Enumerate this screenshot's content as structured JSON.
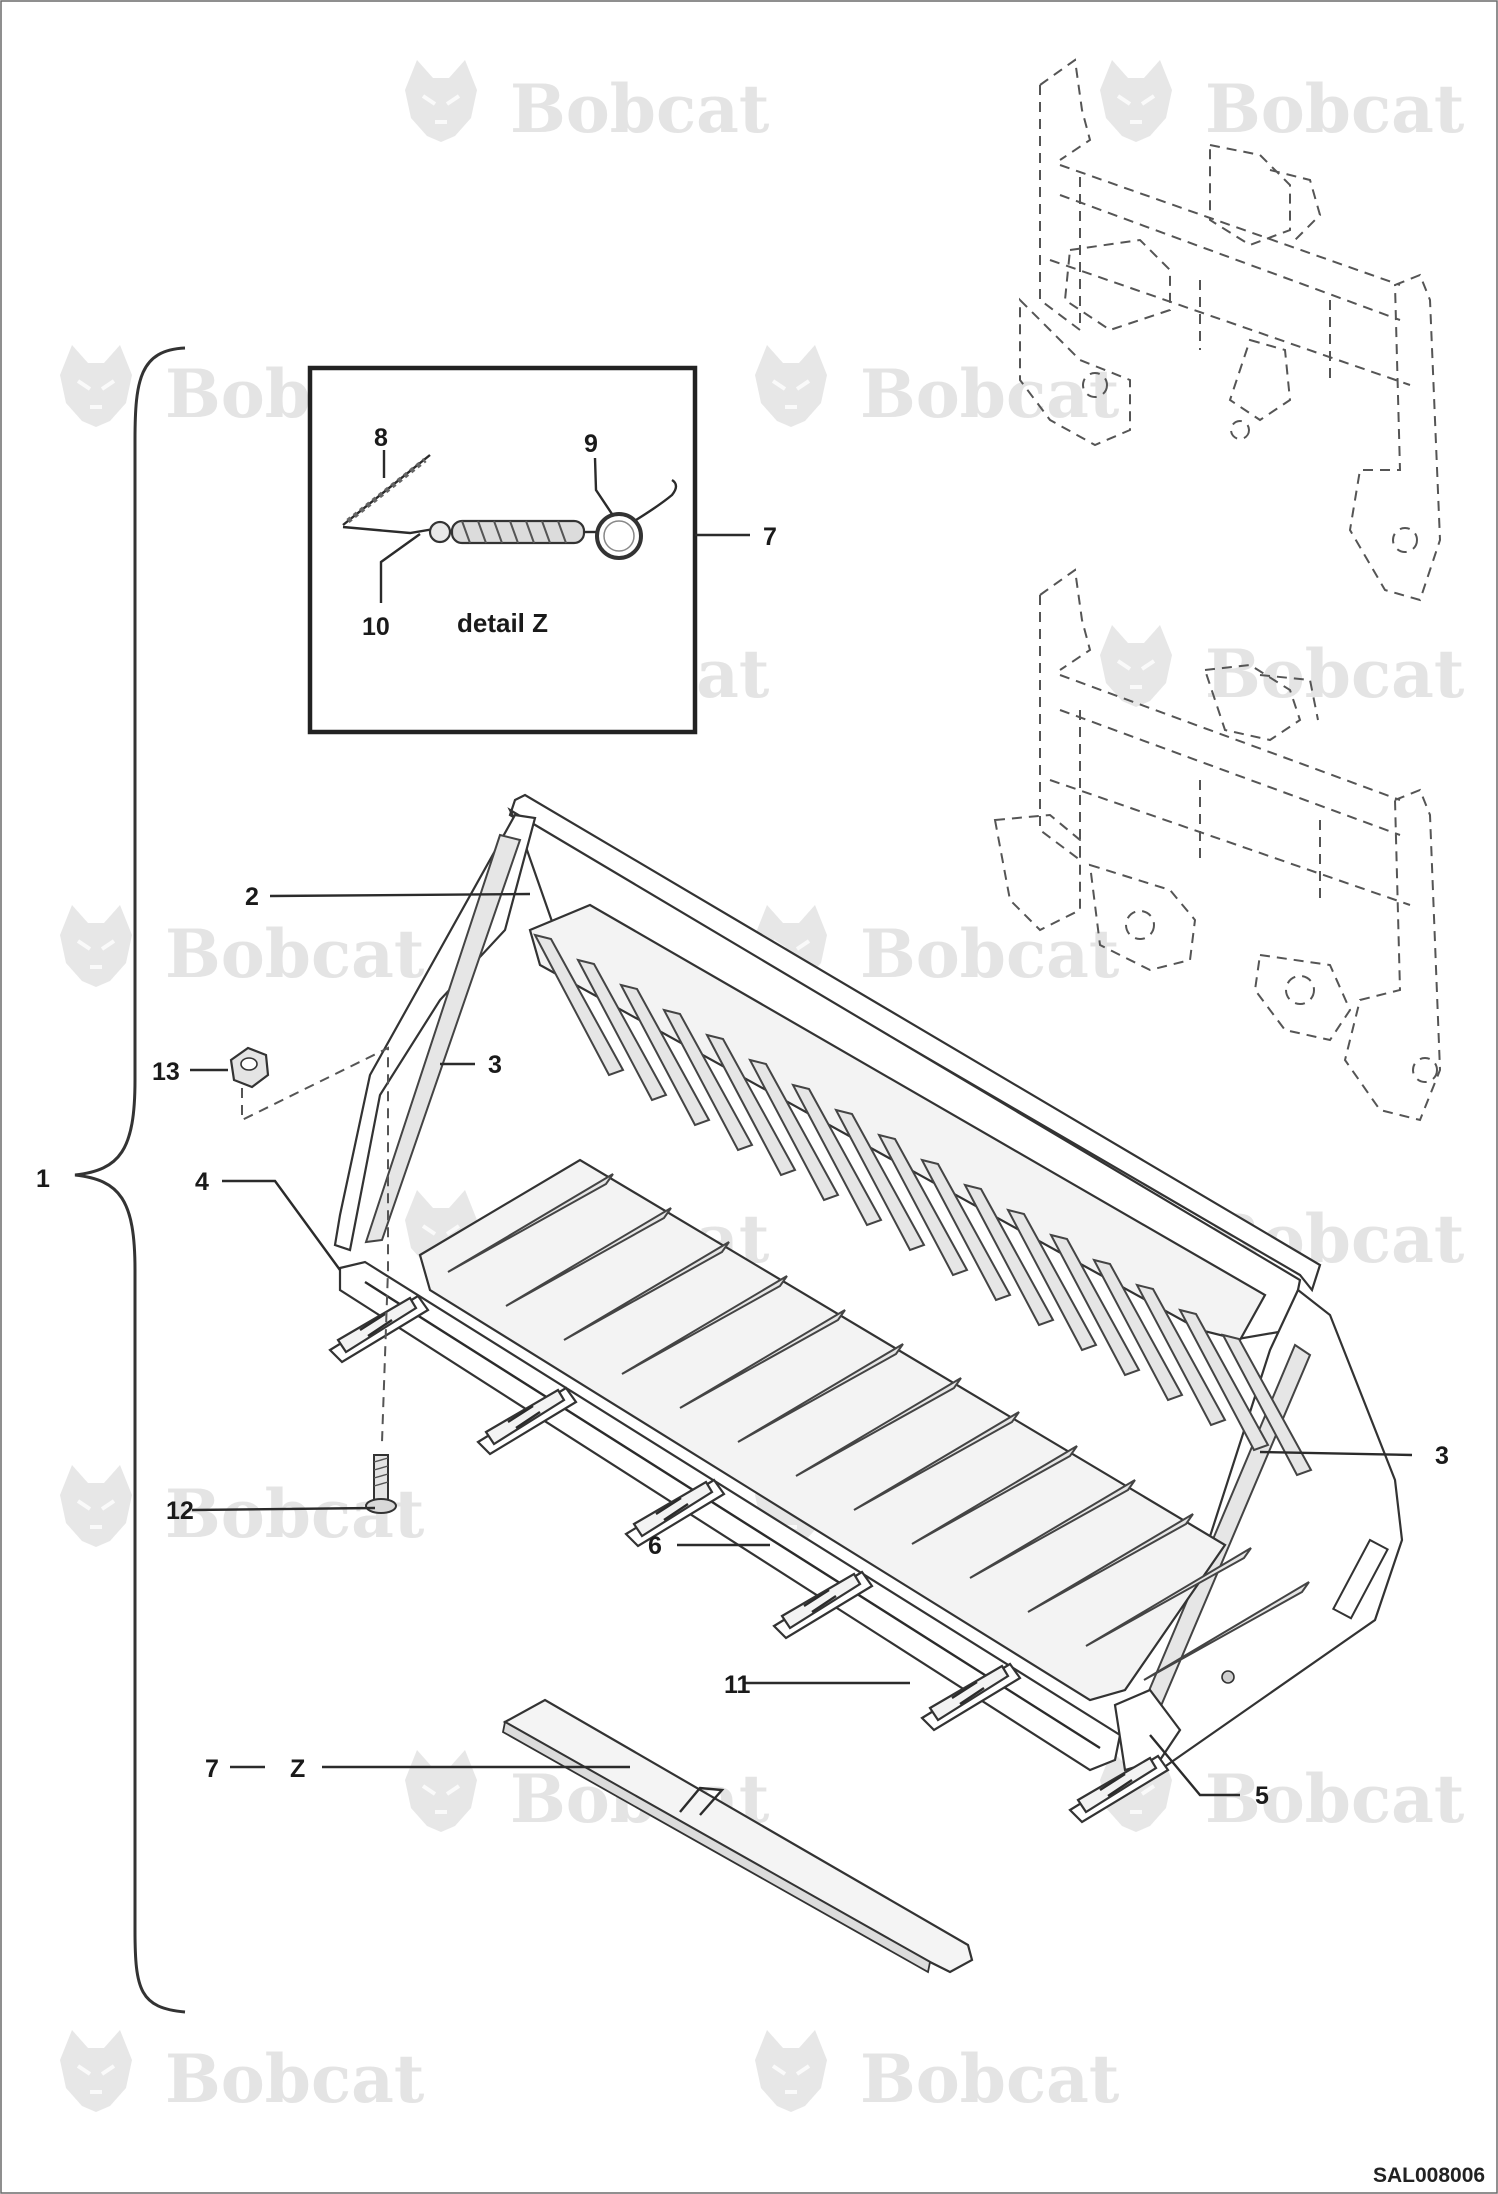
{
  "watermark": {
    "brand_text": "Bobcat"
  },
  "callouts": [
    {
      "id": "c1",
      "label": "1"
    },
    {
      "id": "c2",
      "label": "2"
    },
    {
      "id": "c3a",
      "label": "3"
    },
    {
      "id": "c3b",
      "label": "3"
    },
    {
      "id": "c4",
      "label": "4"
    },
    {
      "id": "c5",
      "label": "5"
    },
    {
      "id": "c6",
      "label": "6"
    },
    {
      "id": "c7a",
      "label": "7"
    },
    {
      "id": "c7b",
      "label": "7"
    },
    {
      "id": "cZ",
      "label": "Z"
    },
    {
      "id": "c8",
      "label": "8"
    },
    {
      "id": "c9",
      "label": "9"
    },
    {
      "id": "c10",
      "label": "10"
    },
    {
      "id": "c11",
      "label": "11"
    },
    {
      "id": "c12",
      "label": "12"
    },
    {
      "id": "c13",
      "label": "13"
    }
  ],
  "detail_box": {
    "caption": "detail Z"
  },
  "reference_code": "SAL008006"
}
